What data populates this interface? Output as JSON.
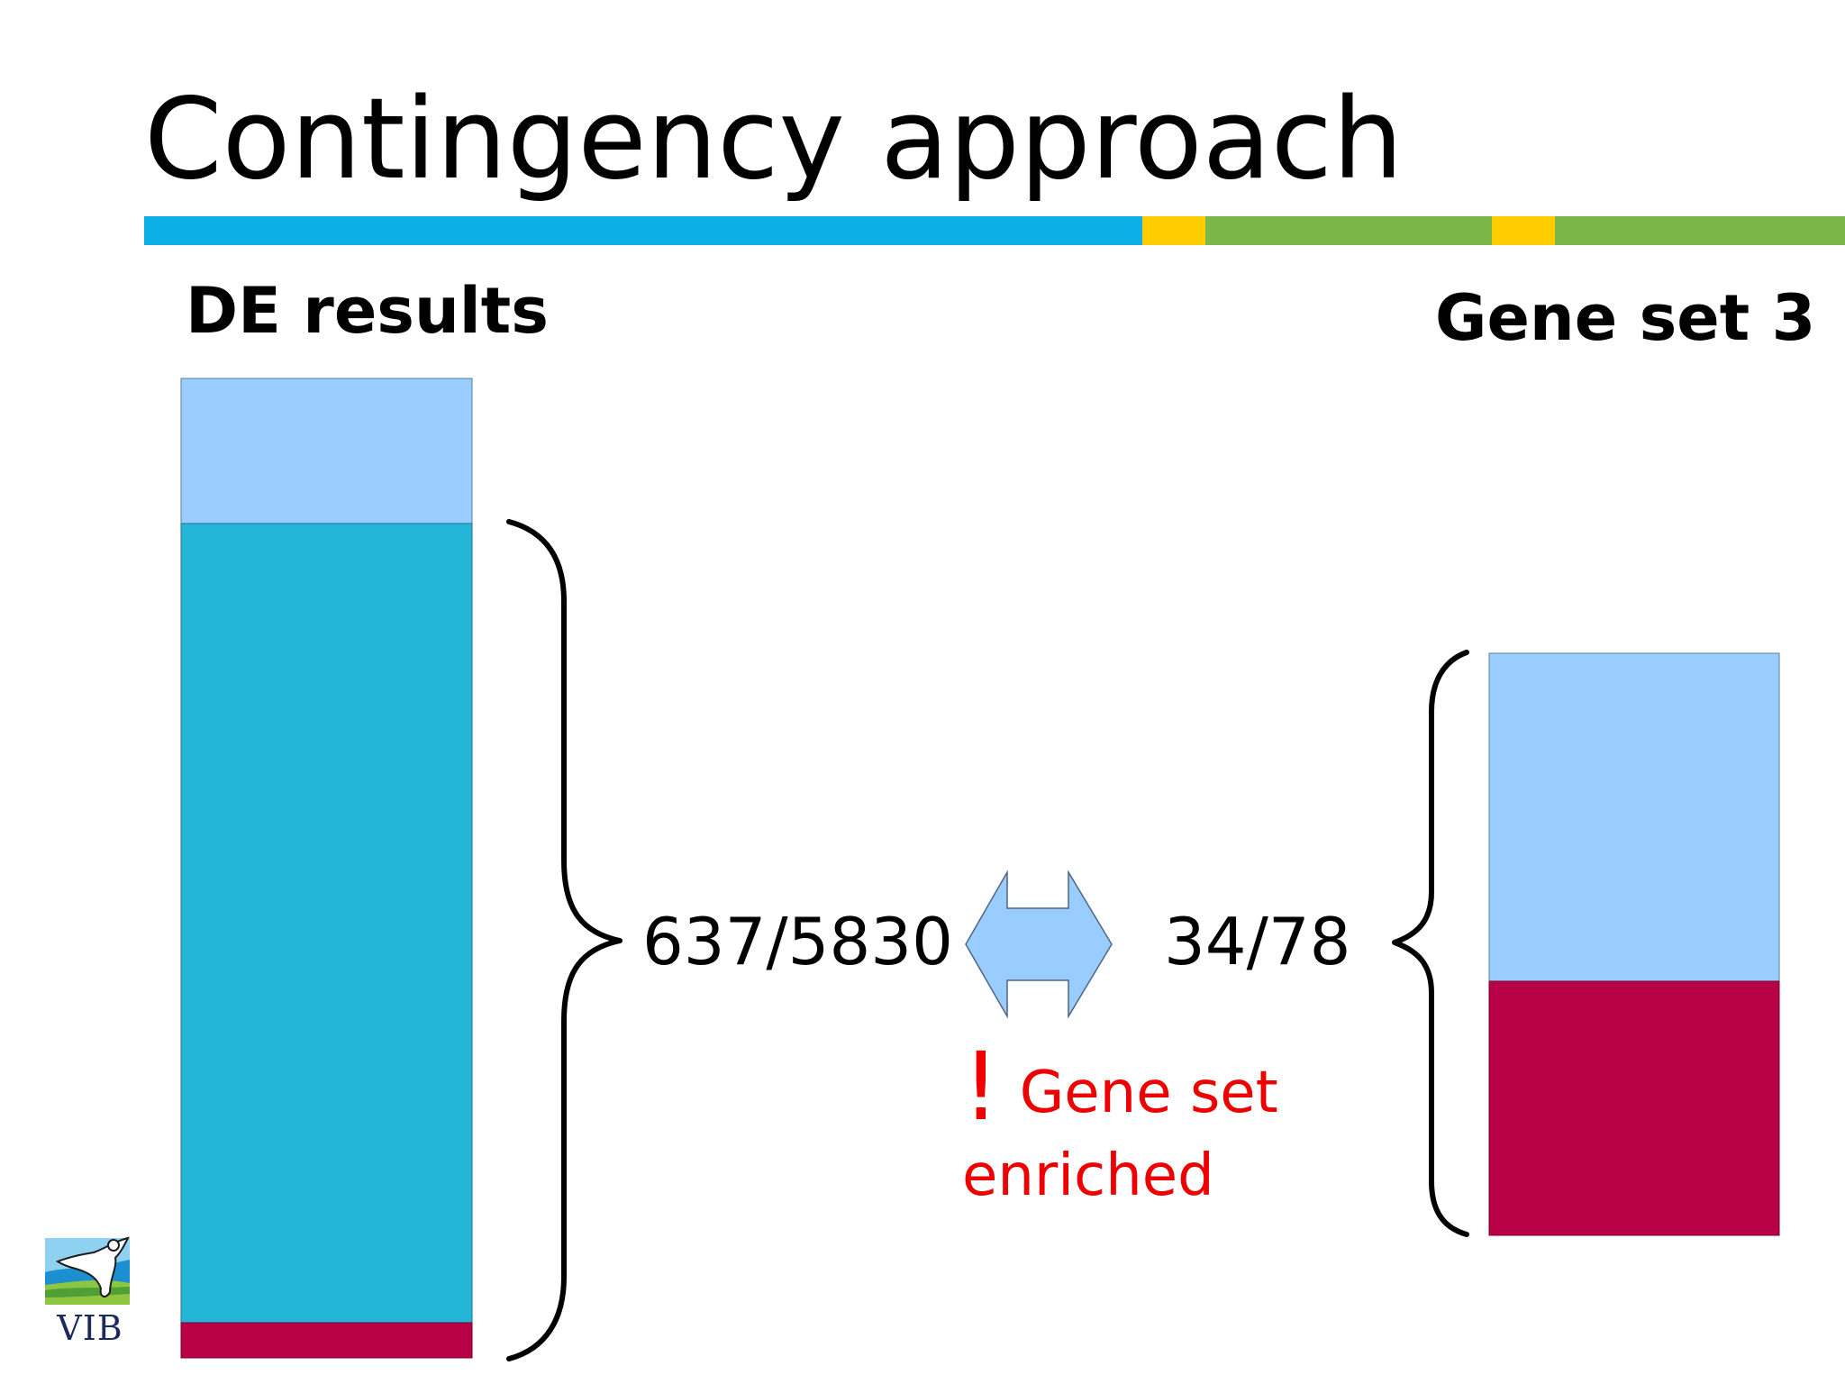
{
  "slide": {
    "title": "Contingency approach",
    "accent_colors": {
      "blue": "#0db0e6",
      "yellow": "#ffcc00",
      "green": "#7ab648"
    }
  },
  "de_results": {
    "header": "DE results",
    "ratio": "637/5830",
    "bar_colors": {
      "top": "#99ccff",
      "middle": "#23b5d8",
      "bottom": "#b80047"
    }
  },
  "gene_set": {
    "header": "Gene set 3",
    "ratio": "34/78",
    "bar_colors": {
      "top": "#99ccff",
      "bottom": "#b80047"
    }
  },
  "comparison": {
    "arrow_color": "#99ccff",
    "note_mark": "!",
    "note_text": "Gene set enriched",
    "note_color": "#ee0000"
  },
  "logo": {
    "text": "VIB"
  }
}
